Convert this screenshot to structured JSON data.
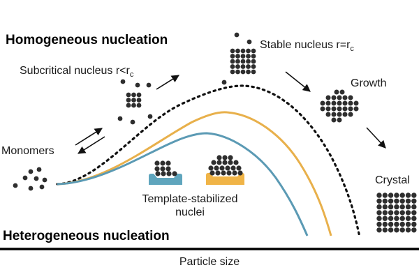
{
  "labels": {
    "homogeneous": "Homogeneous nucleation",
    "heterogeneous": "Heterogeneous nucleation",
    "subcritical_prefix": "Subcritical nucleus r<r",
    "subcritical_sub": "c",
    "stable_prefix": "Stable nucleus r=r",
    "stable_sub": "c",
    "growth": "Growth",
    "monomers": "Monomers",
    "crystal": "Crystal",
    "template_line1": "Template-stabilized",
    "template_line2": "nuclei",
    "axis_x": "Particle size"
  },
  "icons": {
    "arrows": [
      "arrow-right-up-icon",
      "arrow-up-right-icon",
      "arrow-down-left-icon",
      "arrow-down-right-icon",
      "arrow-down-right-icon"
    ]
  },
  "colors": {
    "homogeneous_curve": "#111111",
    "orange_curve": "#e8b04b",
    "blue_curve": "#5b9ab4",
    "orange_template": "#f0b447",
    "blue_template": "#5fa5bd",
    "particle": "#2e2e2e"
  }
}
